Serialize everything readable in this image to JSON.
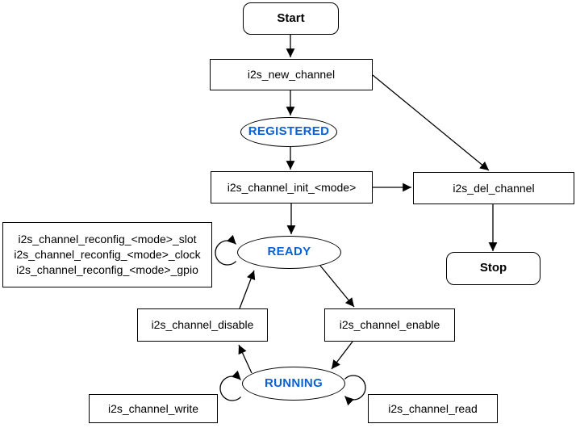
{
  "nodes": {
    "start": {
      "label": "Start"
    },
    "new_channel": {
      "label": "i2s_new_channel"
    },
    "registered": {
      "label": "REGISTERED"
    },
    "init": {
      "label": "i2s_channel_init_<mode>"
    },
    "del_channel": {
      "label": "i2s_del_channel"
    },
    "stop": {
      "label": "Stop"
    },
    "reconfig": {
      "lines": [
        "i2s_channel_reconfig_<mode>_slot",
        "i2s_channel_reconfig_<mode>_clock",
        "i2s_channel_reconfig_<mode>_gpio"
      ]
    },
    "ready": {
      "label": "READY"
    },
    "disable": {
      "label": "i2s_channel_disable"
    },
    "enable": {
      "label": "i2s_channel_enable"
    },
    "running": {
      "label": "RUNNING"
    },
    "write": {
      "label": "i2s_channel_write"
    },
    "read": {
      "label": "i2s_channel_read"
    }
  },
  "colors": {
    "state_label": "#0b61d6",
    "node_border": "#000000",
    "edge": "#000000",
    "background": "#ffffff"
  }
}
